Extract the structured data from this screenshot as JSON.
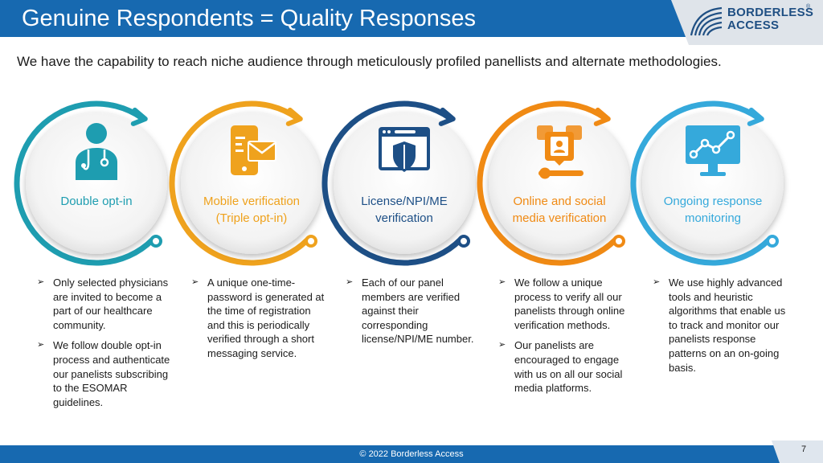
{
  "header": {
    "title": "Genuine Respondents = Quality Responses"
  },
  "logo": {
    "line1": "BORDERLESS",
    "line2": "ACCESS",
    "reg": "®"
  },
  "intro": "We have the capability to reach niche audience through meticulously profiled panellists and alternate methodologies.",
  "steps": [
    {
      "label_lines": [
        "Double opt-in"
      ],
      "color": "#1e9db0",
      "icon": "doctor-icon",
      "bullets": [
        "Only selected physicians are invited to become a part of our healthcare community.",
        "We follow double opt-in process and authenticate our panelists subscribing to the ESOMAR guidelines."
      ]
    },
    {
      "label_lines": [
        "Mobile verification",
        "(Triple opt-in)"
      ],
      "color": "#efa21d",
      "icon": "mobile-mail-icon",
      "bullets": [
        "A unique one-time-password is generated at the time of registration and this is periodically verified through a short messaging service."
      ]
    },
    {
      "label_lines": [
        "License/NPI/ME",
        "verification"
      ],
      "color": "#1d4f86",
      "icon": "shield-browser-icon",
      "bullets": [
        "Each of our panel members are verified against their corresponding license/NPI/ME number."
      ]
    },
    {
      "label_lines": [
        "Online and social",
        "media verification"
      ],
      "color": "#f08a14",
      "icon": "social-profile-icon",
      "bullets": [
        "We follow a unique process to verify all our panelists through online verification methods.",
        "Our panelists are encouraged to engage with us on all our social media platforms."
      ]
    },
    {
      "label_lines": [
        "Ongoing response",
        "monitoring"
      ],
      "color": "#35a9db",
      "icon": "monitor-chart-icon",
      "bullets": [
        "We use highly advanced tools and heuristic algorithms that enable us to track and monitor our panelists response patterns on an on-going basis."
      ]
    }
  ],
  "bullet_marker": "➢",
  "footer": {
    "text": "© 2022 Borderless Access",
    "page_number": "7"
  }
}
